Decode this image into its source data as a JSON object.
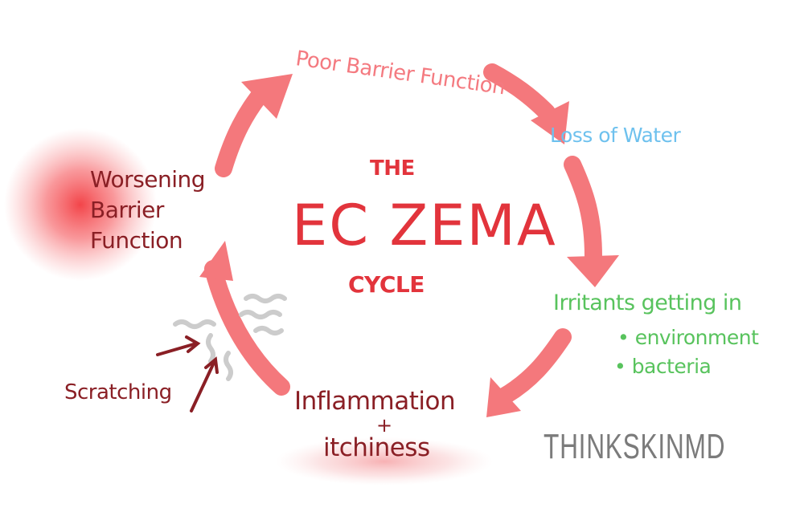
{
  "title": {
    "the": "THE",
    "eczema": "EC ZEMA",
    "cycle": "CYCLE"
  },
  "stages": {
    "poor_barrier": "Poor Barrier Function",
    "loss_of_water": "Loss of Water",
    "irritants": "Irritants getting in",
    "irritant_examples": [
      "• environment",
      "• bacteria"
    ],
    "inflammation": "Inflammation",
    "plus": "+",
    "itchiness": "itchiness",
    "worsening": [
      "Worsening",
      "Barrier",
      "Function"
    ]
  },
  "side_note": "Scratching",
  "brand": "THINKSKINMD",
  "colors": {
    "arrow": "#f4787c",
    "poor_barrier": "#f47a80",
    "loss_of_water": "#6ec1ee",
    "irritants": "#58c35d",
    "inflammation": "#8a1f25",
    "title": "#e2343c",
    "scratch_marks": "#cccccc",
    "brand": "#7b7b7b",
    "glow": "#f23b40"
  }
}
